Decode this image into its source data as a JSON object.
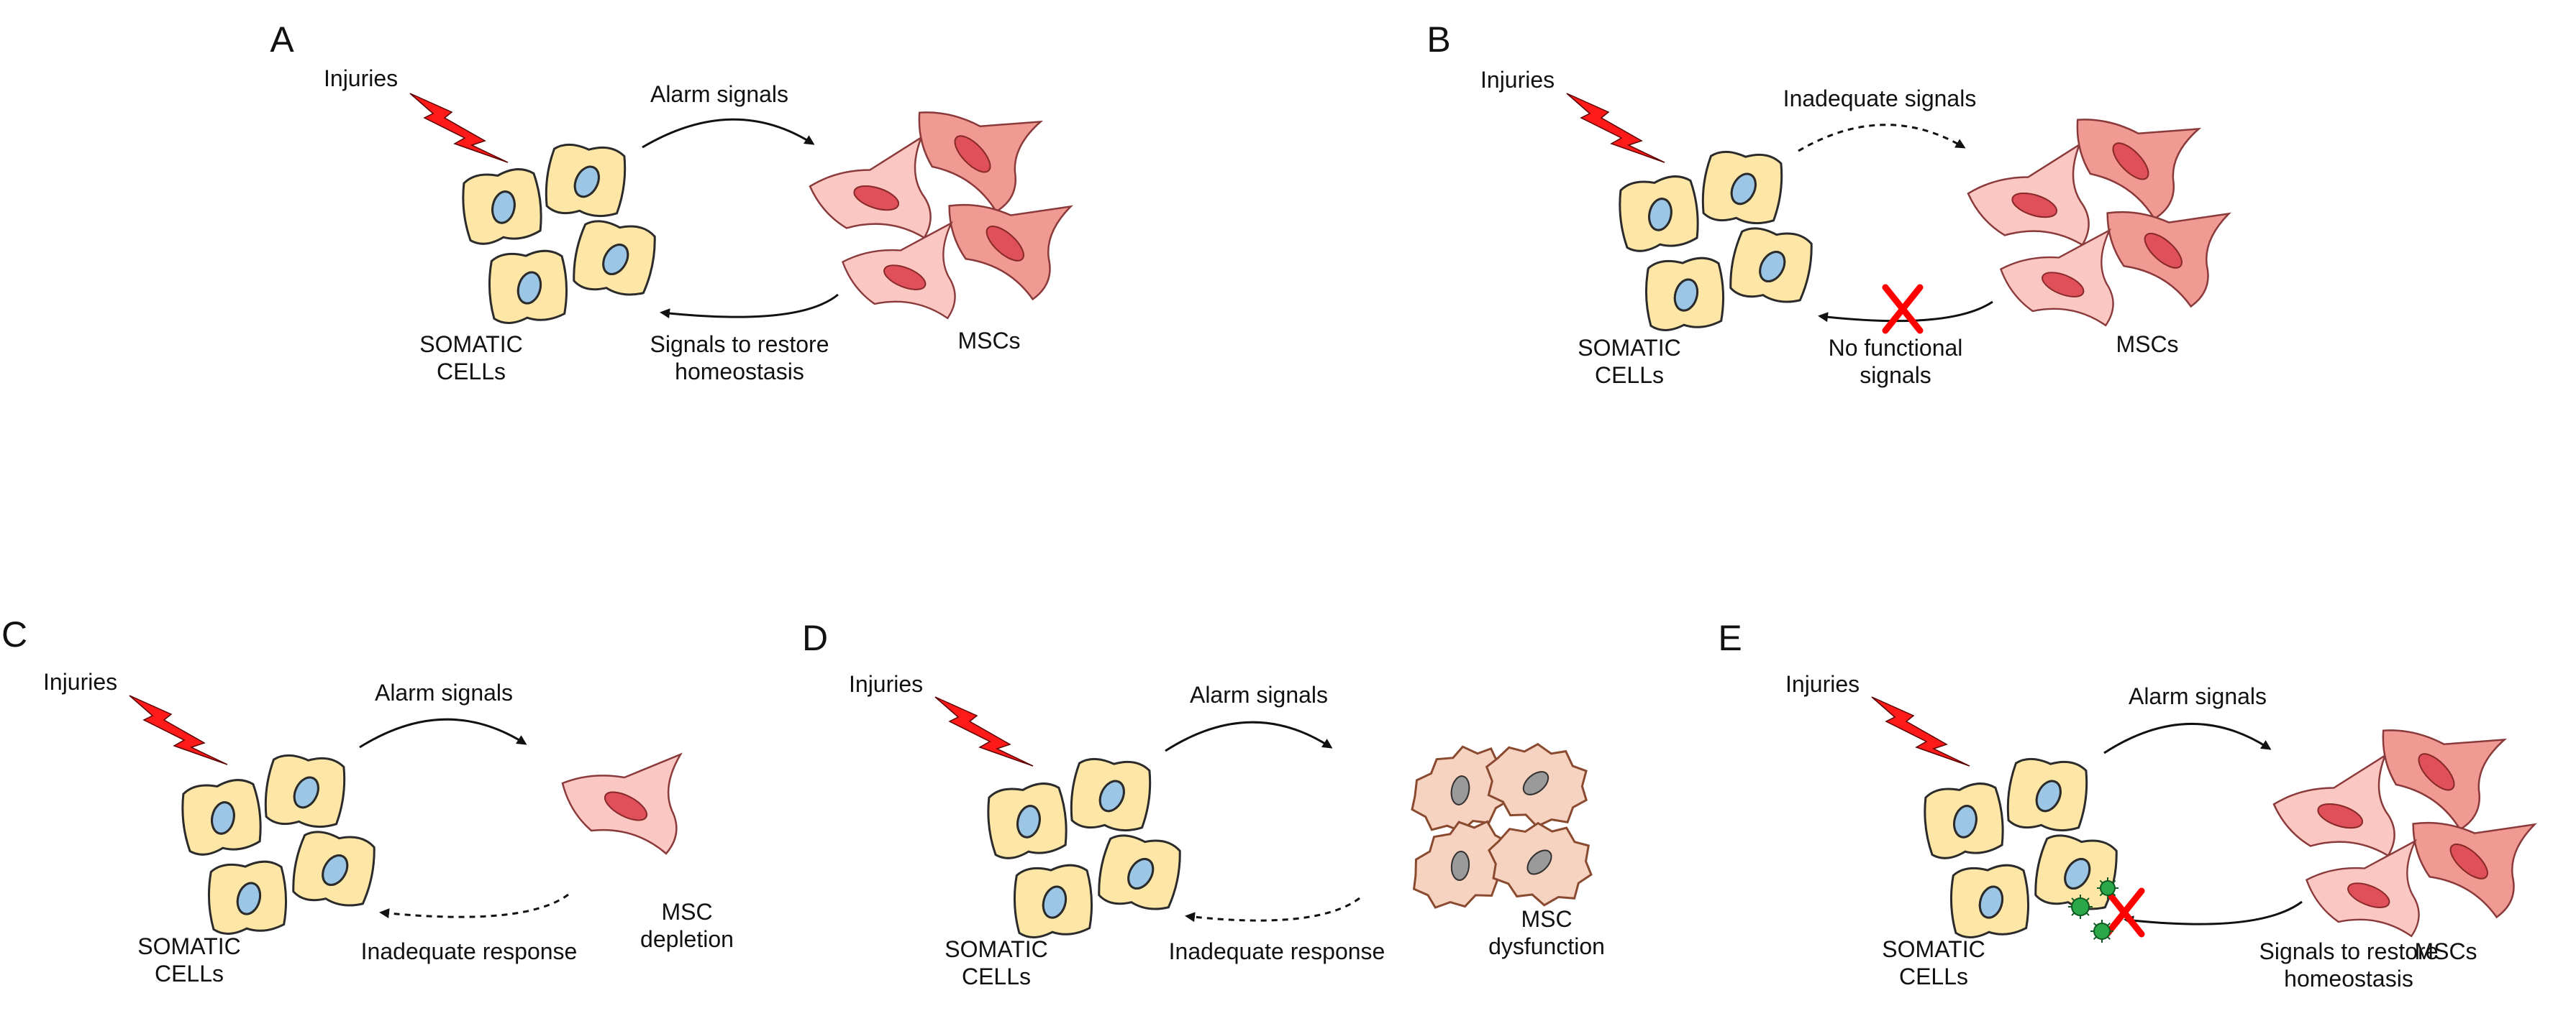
{
  "colors": {
    "bolt": "#ff1a1a",
    "somatic_fill": "#fde6a6",
    "somatic_stroke": "#2b2b2b",
    "nucleus_fill": "#9cc6e6",
    "msc_fill_light": "#fbc7c2",
    "msc_fill_dark": "#f19a93",
    "msc_nucleus": "#e0505a",
    "dys_fill": "#f6d2c0",
    "dys_stroke": "#8a4a30",
    "dys_nucleus": "#9a9a9a",
    "x_mark": "#ff0000",
    "vesicle": "#2aa84a"
  },
  "panels": {
    "A": {
      "letter": "A",
      "injuries": "Injuries",
      "top_arrow": "Alarm signals",
      "bottom_arrow": [
        "Signals to restore",
        "homeostasis"
      ],
      "somatic": [
        "SOMATIC",
        "CELLs"
      ],
      "msc": [
        "MSCs"
      ]
    },
    "B": {
      "letter": "B",
      "injuries": "Injuries",
      "top_arrow": "Inadequate  signals",
      "bottom_arrow": [
        "No functional",
        "signals"
      ],
      "somatic": [
        "SOMATIC",
        "CELLs"
      ],
      "msc": [
        "MSCs"
      ]
    },
    "C": {
      "letter": "C",
      "injuries": "Injuries",
      "top_arrow": "Alarm signals",
      "bottom_arrow": [
        "Inadequate  response"
      ],
      "somatic": [
        "SOMATIC",
        "CELLs"
      ],
      "msc": [
        "MSC",
        "depletion"
      ]
    },
    "D": {
      "letter": "D",
      "injuries": "Injuries",
      "top_arrow": "Alarm signals",
      "bottom_arrow": [
        "Inadequate  response"
      ],
      "somatic": [
        "SOMATIC",
        "CELLs"
      ],
      "msc": [
        "MSC",
        "dysfunction"
      ]
    },
    "E": {
      "letter": "E",
      "injuries": "Injuries",
      "top_arrow": "Alarm signals",
      "bottom_arrow": [
        "Signals to restore",
        "homeostasis"
      ],
      "somatic": [
        "SOMATIC",
        "CELLs"
      ],
      "msc": [
        "MSCs"
      ]
    }
  }
}
